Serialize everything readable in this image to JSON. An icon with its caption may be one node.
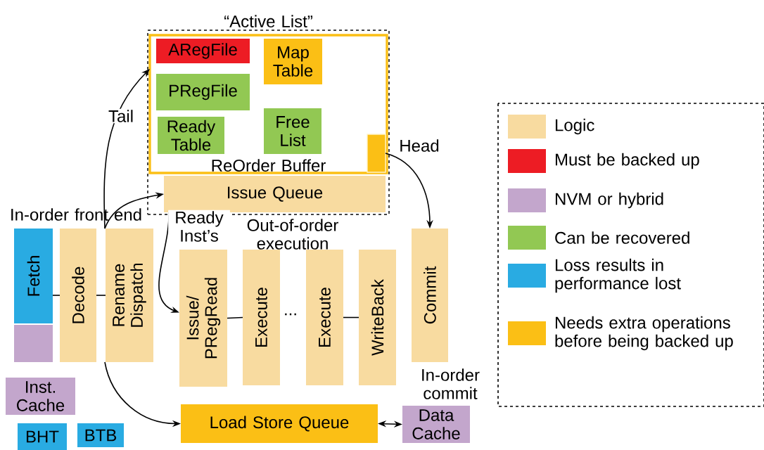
{
  "diagram": {
    "nodes": [
      {
        "text": [
          "“Active List”"
        ]
      },
      {
        "text": [
          "ReOrder Buffer"
        ],
        "in": 0
      },
      {
        "text": [
          "ARegFile"
        ],
        "in": 1
      },
      {
        "text": [
          "Map Table"
        ],
        "in": 1
      },
      {
        "text": [
          "PRegFile"
        ],
        "in": 1
      },
      {
        "text": [
          "Ready Table"
        ],
        "in": 1
      },
      {
        "text": [
          "Free List"
        ],
        "in": 1
      },
      {
        "text": [],
        "shape": "bar",
        "in": 1
      },
      {
        "text": [
          "Issue Queue"
        ],
        "in": 0
      },
      {
        "text": [
          "Fetch"
        ]
      },
      {
        "text": [],
        "shape": "box"
      },
      {
        "text": [
          "Decode"
        ]
      },
      {
        "text": [
          "Rename Dispatch"
        ]
      },
      {
        "text": [
          "Issue/ PRegRead"
        ]
      },
      {
        "text": [
          "Execute"
        ]
      },
      {
        "text": [
          "Execute"
        ]
      },
      {
        "text": [
          "WriteBack"
        ]
      },
      {
        "text": [
          "Commit"
        ]
      },
      {
        "text": [
          "Inst. Cache"
        ]
      },
      {
        "text": [
          "BHT"
        ]
      },
      {
        "text": [
          "BTB"
        ]
      },
      {
        "text": [
          "Load Store Queue"
        ]
      },
      {
        "text": [
          "Data Cache"
        ]
      }
    ],
    "edges": [
      {
        "from": 12,
        "to": 1,
        "arrow": "to",
        "label": "Tail"
      },
      {
        "from": 12,
        "to": 8,
        "arrow": "to"
      },
      {
        "from": 8,
        "to": 13,
        "arrow": "to",
        "label": "Ready Inst’s"
      },
      {
        "from": 7,
        "to": 17,
        "arrow": "to",
        "label": "Head"
      },
      {
        "from": 12,
        "to": 21,
        "arrow": "to"
      },
      {
        "from": 21,
        "to": 22,
        "arrow": "both"
      },
      {
        "from": 9,
        "to": 11,
        "arrow": "none"
      },
      {
        "from": 11,
        "to": 12,
        "arrow": "none"
      },
      {
        "from": 13,
        "to": 14,
        "arrow": "none"
      },
      {
        "from": 15,
        "to": 16,
        "arrow": "none"
      }
    ],
    "labels": [
      "In-order front end",
      "Out-of-order execution",
      "...",
      "In-order commit"
    ],
    "legend": [
      {
        "text": "Logic",
        "color": "#f8dba0"
      },
      {
        "text": "Must be backed up",
        "color": "#ed1c24"
      },
      {
        "text": "NVM or hybrid",
        "color": "#c3a6cc"
      },
      {
        "text": "Can be recovered",
        "color": "#92c853"
      },
      {
        "text": "Loss results in performance lost",
        "color": "#29abe2"
      },
      {
        "text": "Needs extra operations before being backed up",
        "color": "#fbbf15"
      }
    ]
  }
}
